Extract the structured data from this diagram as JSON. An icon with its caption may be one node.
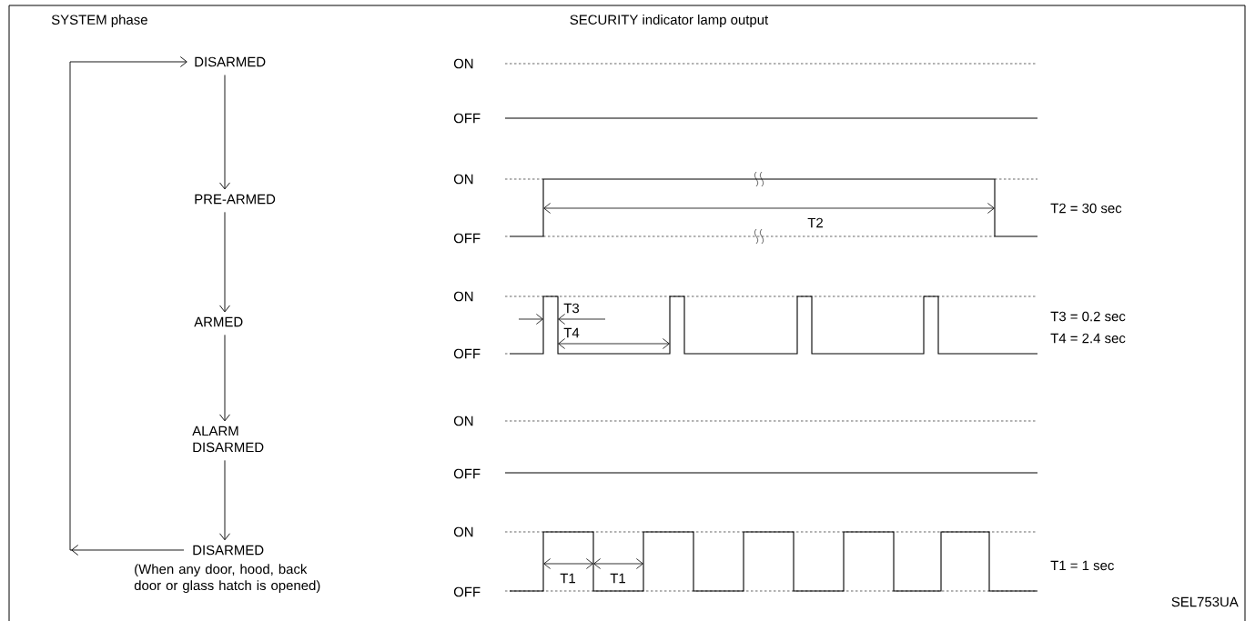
{
  "diagram": {
    "nodes": [
      {
        "text": [
          "DISARMED"
        ]
      },
      {
        "text": [
          "PRE-ARMED"
        ]
      },
      {
        "text": [
          "ARMED"
        ]
      },
      {
        "text": [
          "ALARM DISARMED"
        ]
      },
      {
        "text": [
          "DISARMED"
        ],
        "beside": [
          "(When any door, hood, back door or glass hatch is opened)"
        ]
      }
    ],
    "edges": [
      {
        "from": 0,
        "to": 1,
        "arrow": "to"
      },
      {
        "from": 1,
        "to": 2,
        "arrow": "to"
      },
      {
        "from": 2,
        "to": 3,
        "arrow": "to"
      },
      {
        "from": 3,
        "to": 4,
        "arrow": "to"
      },
      {
        "from": 4,
        "to": 0,
        "arrow": "to"
      }
    ],
    "labels": [
      "SYSTEM phase",
      "SECURITY indicator lamp output",
      "ON",
      "OFF",
      "ON",
      "T2",
      "T2 = 30 sec",
      "OFF",
      "ON",
      "T3",
      "T3 = 0.2 sec",
      "T4",
      "T4 = 2.4 sec",
      "OFF",
      "ON",
      "OFF",
      "ON",
      "T1 = 1 sec",
      "T1",
      "T1",
      "OFF",
      "SEL753UA"
    ]
  }
}
